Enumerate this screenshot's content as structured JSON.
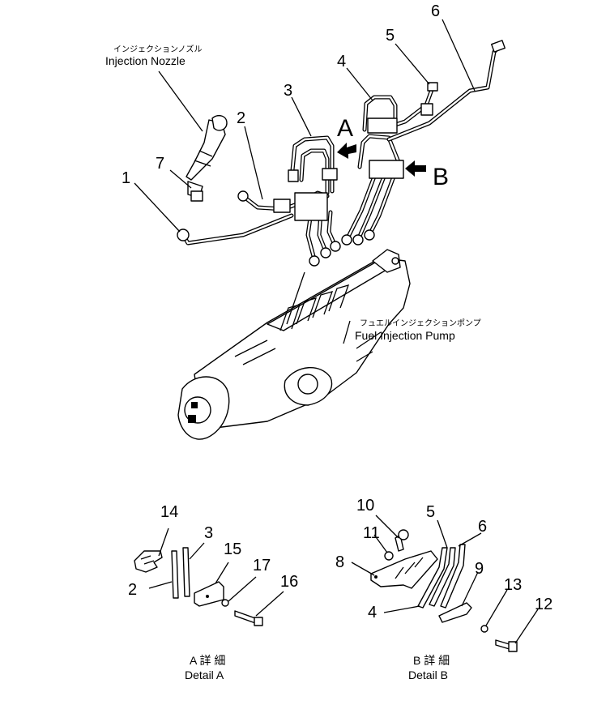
{
  "nozzle": {
    "jp": "インジェクションノズル",
    "en": "Injection Nozzle"
  },
  "pump": {
    "jp": "フュエルインジェクションポンプ",
    "en": "Fuel Injection Pump"
  },
  "views": {
    "a": "A",
    "b": "B"
  },
  "callouts_top": [
    "1",
    "2",
    "3",
    "4",
    "5",
    "6",
    "7"
  ],
  "detail_a": {
    "callouts": [
      "14",
      "3",
      "15",
      "2",
      "17",
      "16"
    ],
    "caption_jp": "A 詳 細",
    "caption_en": "Detail A"
  },
  "detail_b": {
    "callouts": [
      "10",
      "11",
      "8",
      "5",
      "6",
      "9",
      "4",
      "13",
      "12"
    ],
    "caption_jp": "B 詳 細",
    "caption_en": "Detail B"
  }
}
